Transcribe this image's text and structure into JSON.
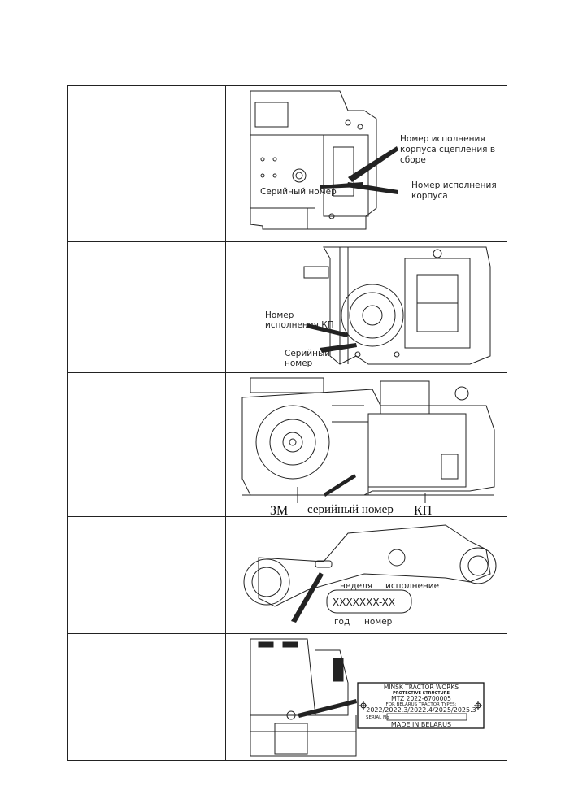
{
  "rows": [
    {
      "left_text": "",
      "labels": {
        "clutch_exec": [
          "Номер исполнения",
          "корпуса сцепления в",
          "сборе"
        ],
        "housing_exec": [
          "Номер исполнения",
          "корпуса"
        ],
        "serial": "Серийный номер"
      }
    },
    {
      "left_text": "",
      "labels": {
        "gearbox_exec": [
          "Номер",
          "исполнения КП"
        ],
        "serial": [
          "Серийный",
          "номер"
        ]
      }
    },
    {
      "left_text": "",
      "labels": {
        "zm": "ЗМ",
        "serial": "серийный номер",
        "kp": "КП"
      }
    },
    {
      "left_text": "",
      "labels": {
        "week": "неделя",
        "execution": "исполнение",
        "code": "XXXXXXX-XX",
        "year": "год",
        "number": "номер"
      }
    },
    {
      "left_text": "",
      "plate": {
        "line1": "MINSK TRACTOR WORKS",
        "line2": "PROTECTIVE STRUCTURE",
        "line3": "MTZ 2022-6700005",
        "line4": "FOR BELARUS TRACTOR TYPES:",
        "line5": "2022/2022.3/2022.4/2025/2025.3",
        "serial_label": "SERIAL No",
        "line6": "MADE IN BELARUS"
      }
    }
  ]
}
